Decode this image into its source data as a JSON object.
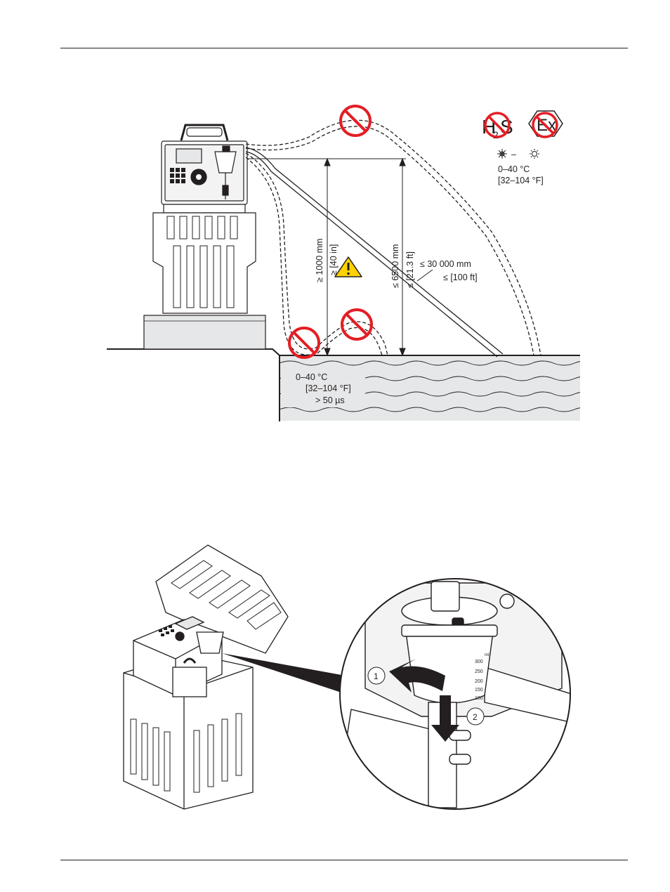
{
  "figure1": {
    "temp_side": {
      "range": "0–40 °C",
      "range_f": "[32–104 °F]"
    },
    "height_min": {
      "mm": "≥ 1000 mm",
      "in": "≥ [40 in]"
    },
    "height_max": {
      "mm": "≤ 6500 mm",
      "ft": "≤ [21.3 ft]"
    },
    "length_max": {
      "mm": "≤ 30 000 mm",
      "ft": "≤ [100 ft]"
    },
    "water": {
      "range": "0–40 °C",
      "range_f": "[32–104 °F]",
      "conductivity": ">  50 µs"
    },
    "ambient_dash": "–",
    "no_h2s": {
      "h": "H",
      "sub": "2",
      "s": "S"
    },
    "no_ex": "Ex"
  },
  "figure2": {
    "callouts": [
      "1",
      "2"
    ],
    "scale_marks": [
      "300",
      "250",
      "200",
      "150",
      "100"
    ],
    "scale_unit": "ml"
  }
}
